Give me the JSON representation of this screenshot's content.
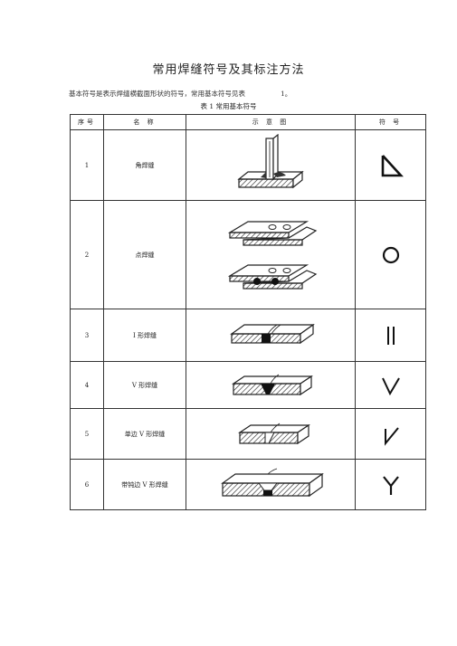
{
  "document": {
    "title": "常用焊缝符号及其标注方法",
    "intro_text": "基本符号是表示焊缝横截面形状的符号，常用基本符号见表",
    "intro_ref": "1。",
    "table_caption": "表 1    常用基本符号"
  },
  "table": {
    "headers": [
      "序号",
      "名 称",
      "示 意 图",
      "符 号"
    ],
    "rows": [
      {
        "no": "1",
        "name": "角焊缝",
        "symbol_icon": "fillet-weld-symbol-icon"
      },
      {
        "no": "2",
        "name": "点焊缝",
        "symbol_icon": "spot-weld-symbol-icon"
      },
      {
        "no": "3",
        "name": "I 形焊缝",
        "symbol_icon": "square-butt-weld-symbol-icon"
      },
      {
        "no": "4",
        "name": "V 形焊缝",
        "symbol_icon": "v-groove-weld-symbol-icon"
      },
      {
        "no": "5",
        "name": "单边 V 形焊缝",
        "symbol_icon": "bevel-groove-weld-symbol-icon"
      },
      {
        "no": "6",
        "name": "带钝边 V 形焊缝",
        "symbol_icon": "y-groove-weld-symbol-icon"
      }
    ]
  }
}
